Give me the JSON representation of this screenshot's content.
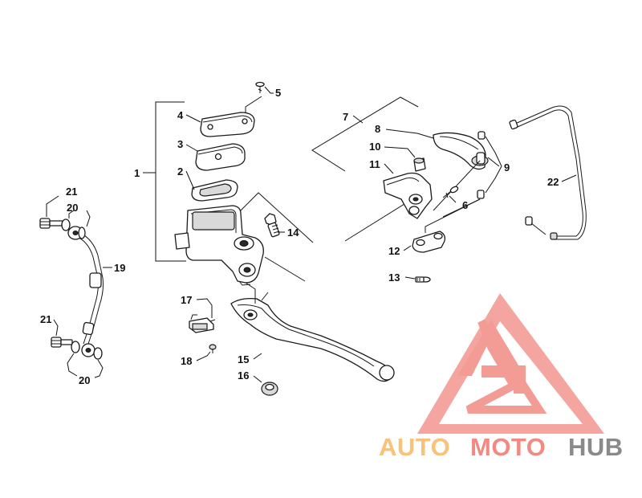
{
  "callouts": {
    "c1": "1",
    "c2": "2",
    "c3": "3",
    "c4": "4",
    "c5": "5",
    "c6": "6",
    "c7": "7",
    "c8": "8",
    "c9": "9",
    "c10": "10",
    "c11": "11",
    "c12": "12",
    "c13": "13",
    "c14": "14",
    "c15": "15",
    "c16": "16",
    "c17": "17",
    "c18": "18",
    "c19": "19",
    "c20a": "20",
    "c20b": "20",
    "c21a": "21",
    "c21b": "21",
    "c22": "22"
  },
  "watermark": {
    "part1": "AUTO",
    "part2": "MOTO",
    "part3": "HUB",
    "color1": "#f7c27a",
    "color2": "#f28a84",
    "color3": "#8a8a8a",
    "logo_color": "#f07a72"
  }
}
